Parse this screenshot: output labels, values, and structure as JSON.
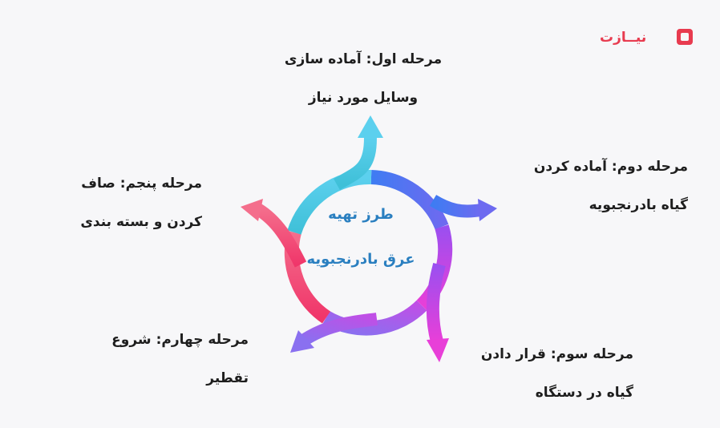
{
  "logo": {
    "text": "نیــازت",
    "color": "#e83b4f"
  },
  "center": {
    "line1": "طرز تهیه",
    "line2": "عرق بادرنجبویه",
    "color": "#2a7fc0"
  },
  "steps": [
    {
      "line1": "مرحله اول: آماده سازی",
      "line2": "وسایل مورد نیاز",
      "color": "#2fb7d9"
    },
    {
      "line1": "مرحله دوم: آماده کردن",
      "line2": "گیاه بادرنجبویه",
      "color": "#4f6ef0"
    },
    {
      "line1": "مرحله سوم: قرار دادن",
      "line2": "گیاه در دستگاه",
      "color": "#d23ce0"
    },
    {
      "line1": "مرحله چهارم: شروع",
      "line2": "تقطیر",
      "color": "#a35ce8"
    },
    {
      "line1": "مرحله پنجم: صاف",
      "line2": "کردن و بسته بندی",
      "color": "#f0457a"
    }
  ]
}
